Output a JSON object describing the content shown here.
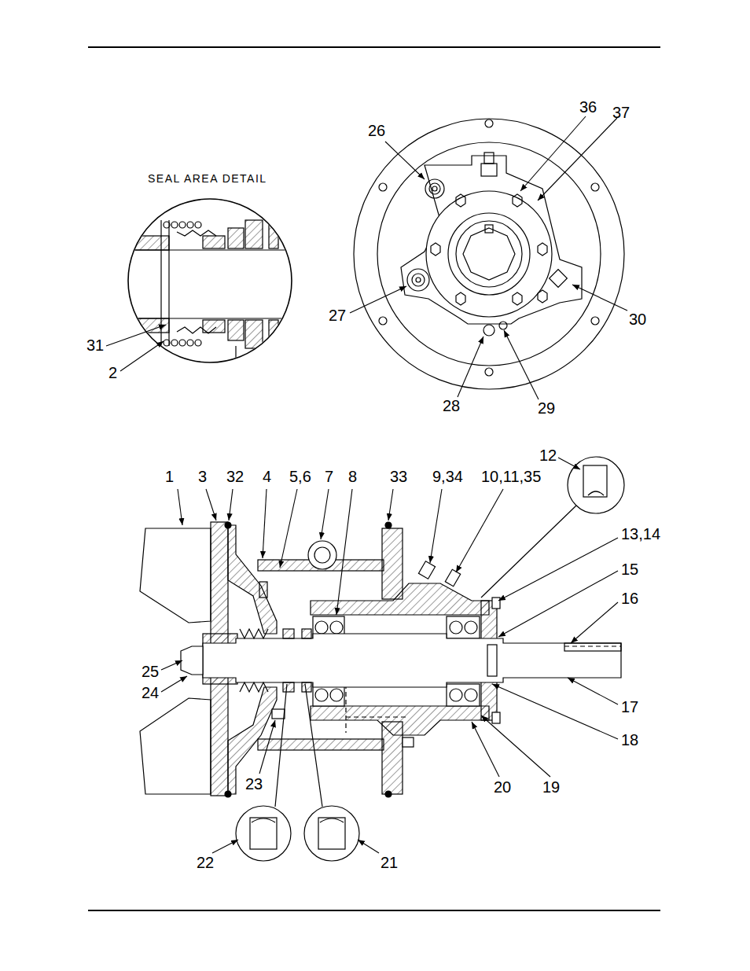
{
  "diagram": {
    "labels": [
      "SEAL AREA DETAIL",
      "26",
      "36",
      "37",
      "27",
      "30",
      "31",
      "2",
      "28",
      "29",
      "12",
      "1",
      "3",
      "32",
      "4",
      "5,6",
      "7",
      "8",
      "33",
      "9,34",
      "10,11,35",
      "13,14",
      "15",
      "16",
      "25",
      "24",
      "17",
      "18",
      "23",
      "20",
      "19",
      "22",
      "21"
    ]
  }
}
